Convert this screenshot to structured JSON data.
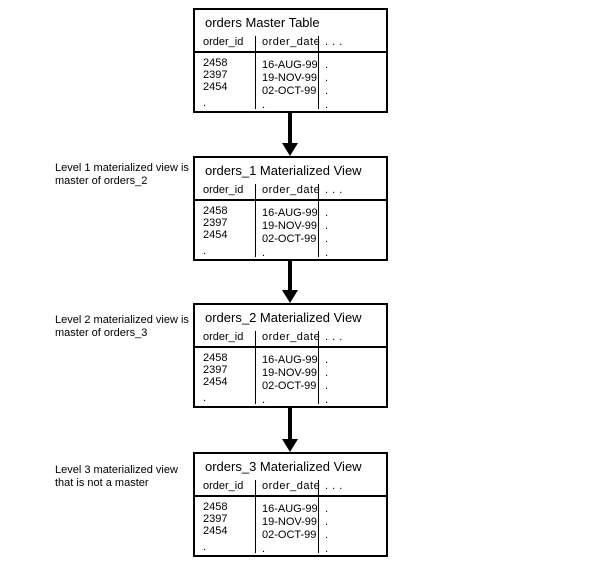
{
  "boxes": [
    {
      "title": "orders Master Table"
    },
    {
      "title": "orders_1 Materialized View",
      "side_note": {
        "line1": "Level 1 materialized view is",
        "line2": "master of orders_2"
      }
    },
    {
      "title": "orders_2 Materialized View",
      "side_note": {
        "line1": "Level 2 materialized view is",
        "line2": "master of orders_3"
      }
    },
    {
      "title": "orders_3 Materialized View",
      "side_note": {
        "line1": "Level 3 materialized view",
        "line2": "that is not a master"
      }
    }
  ],
  "table": {
    "columns": [
      "order_id",
      "order_date",
      ". . ."
    ],
    "order_id": [
      "2458",
      "2397",
      "2454",
      "."
    ],
    "order_date": [
      "16-AUG-99",
      "19-NOV-99",
      "02-OCT-99",
      "."
    ],
    "ellipsis_col": [
      ".",
      ".",
      ".",
      "."
    ]
  },
  "colors": {
    "line": "#000000",
    "background": "#ffffff",
    "text": "#000000"
  }
}
